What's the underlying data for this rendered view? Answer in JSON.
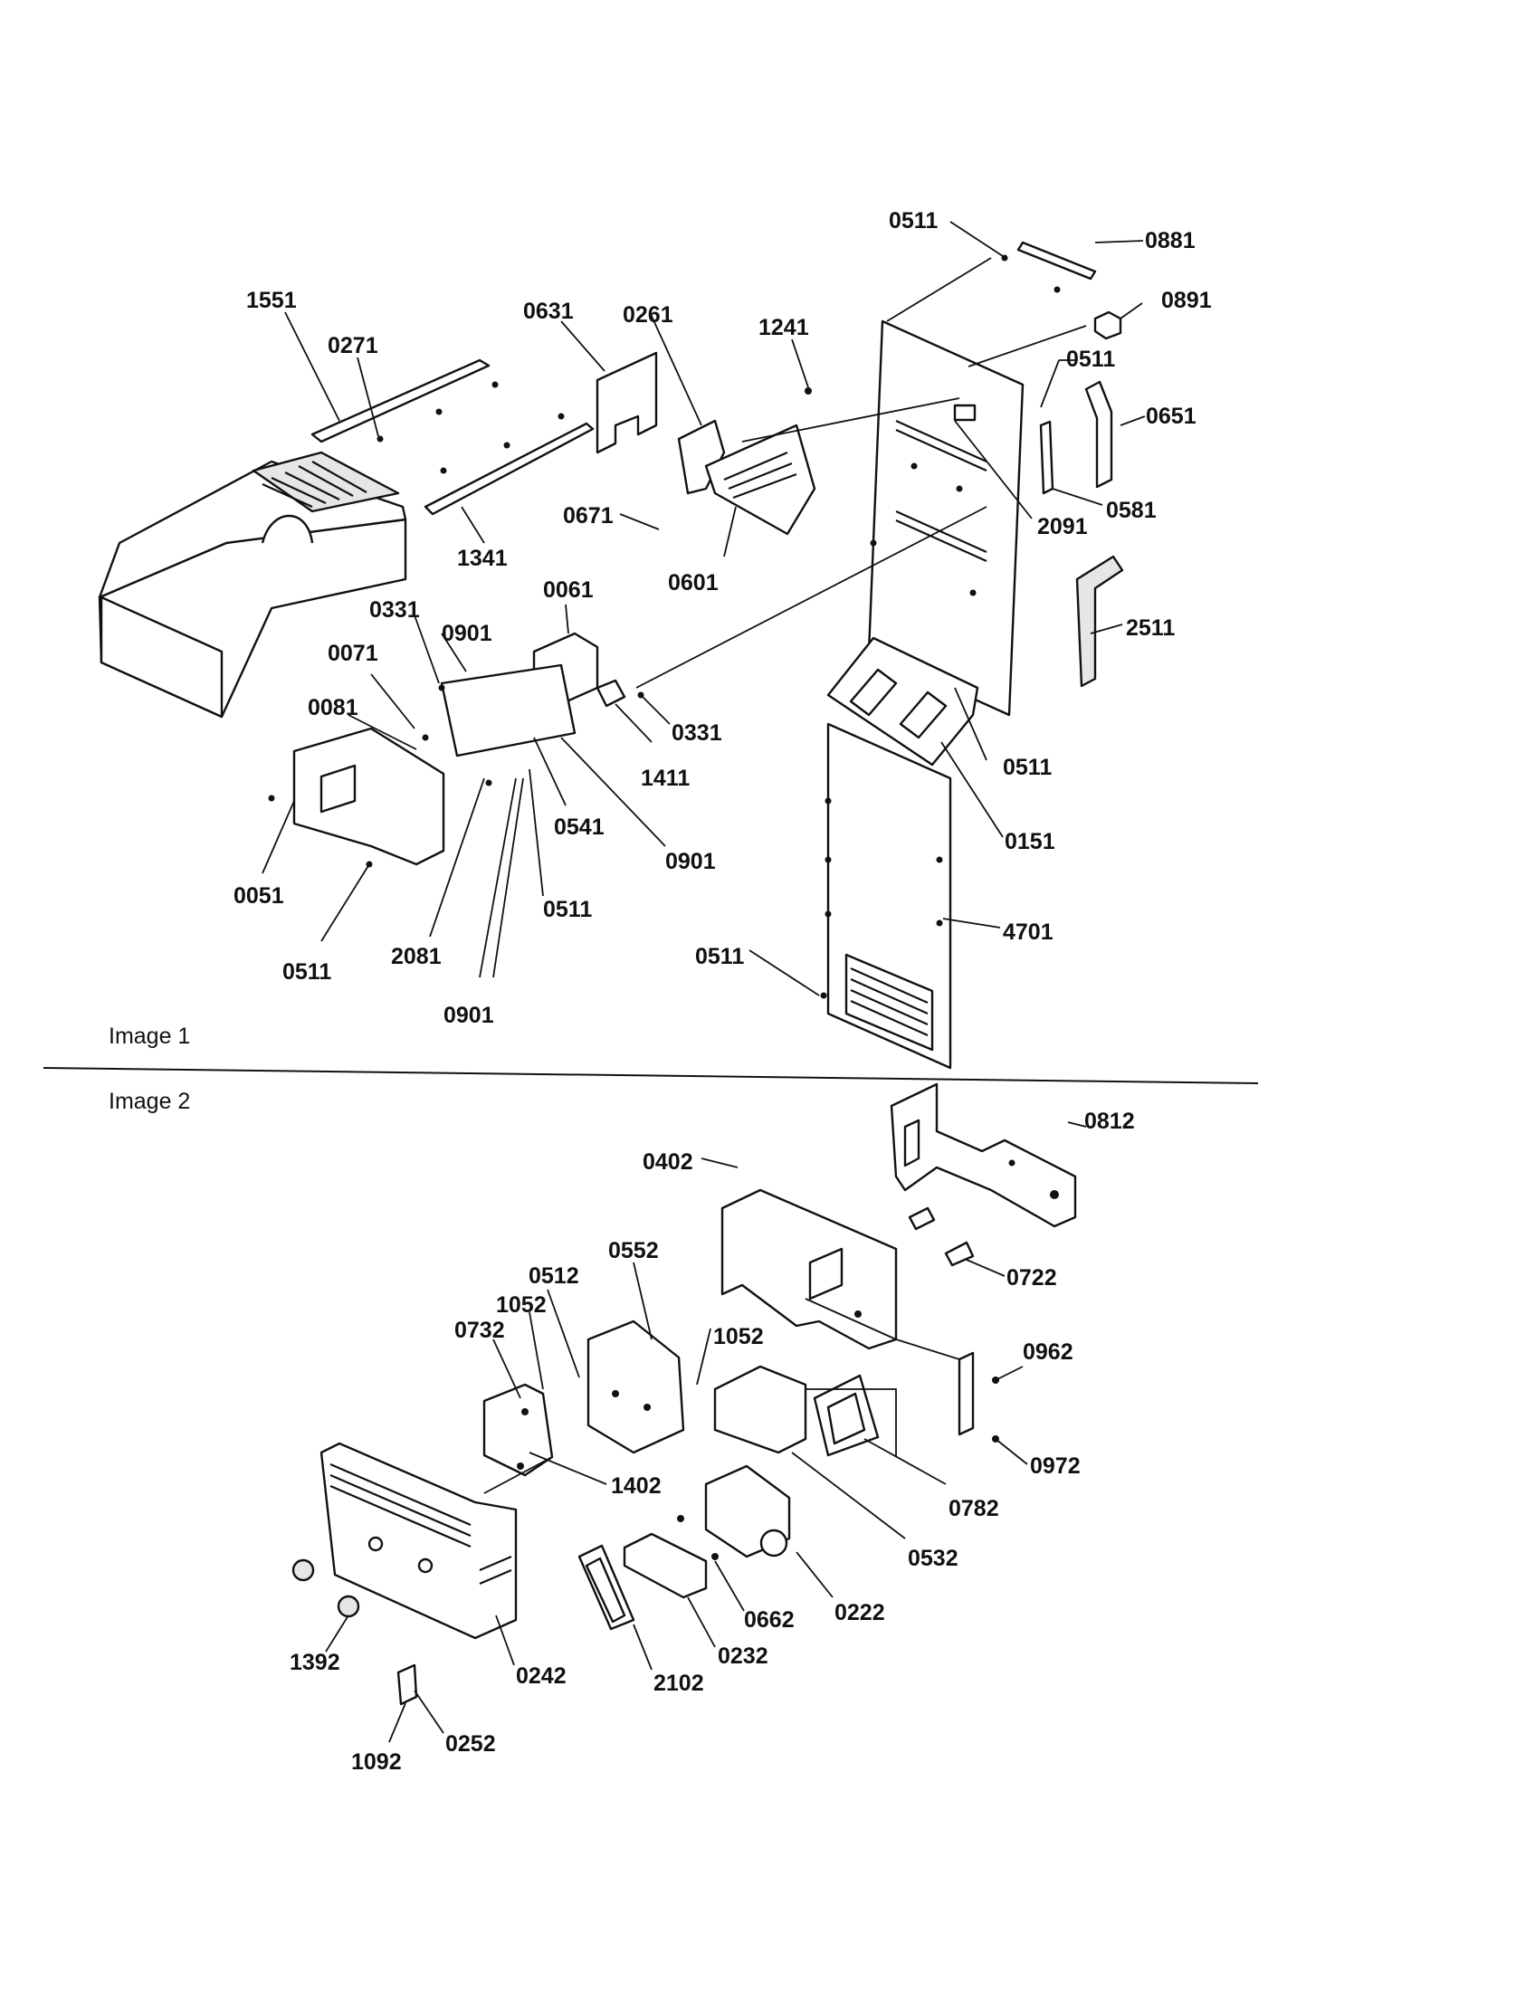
{
  "sections": [
    {
      "title": "Image 1"
    },
    {
      "title": "Image 2"
    }
  ],
  "labels": {
    "l0511a": "0511",
    "l0881": "0881",
    "l0891": "0891",
    "l0511b": "0511",
    "l0651": "0651",
    "l1551": "1551",
    "l0271": "0271",
    "l0631": "0631",
    "l0261": "0261",
    "l1241": "1241",
    "l2091": "2091",
    "l0581": "0581",
    "l0671": "0671",
    "l0601": "0601",
    "l1341": "1341",
    "l2511": "2511",
    "l0061": "0061",
    "l0331a": "0331",
    "l0901a": "0901",
    "l0071": "0071",
    "l0081": "0081",
    "l0331b": "0331",
    "l1411": "1411",
    "l0511c": "0511",
    "l0151": "0151",
    "l0541": "0541",
    "l0901b": "0901",
    "l0051": "0051",
    "l0511d": "0511",
    "l4701": "4701",
    "l0511e": "0511",
    "l2081": "2081",
    "l0511f": "0511",
    "l0901c": "0901",
    "l0812": "0812",
    "l0402": "0402",
    "l0552": "0552",
    "l0722": "0722",
    "l0512": "0512",
    "l1052a": "1052",
    "l1052b": "1052",
    "l0732": "0732",
    "l0962": "0962",
    "l1402": "1402",
    "l0972": "0972",
    "l0782": "0782",
    "l0532": "0532",
    "l0222": "0222",
    "l0662": "0662",
    "l0232": "0232",
    "l2102": "2102",
    "l1392": "1392",
    "l0242": "0242",
    "l0252": "0252",
    "l1092": "1092"
  }
}
